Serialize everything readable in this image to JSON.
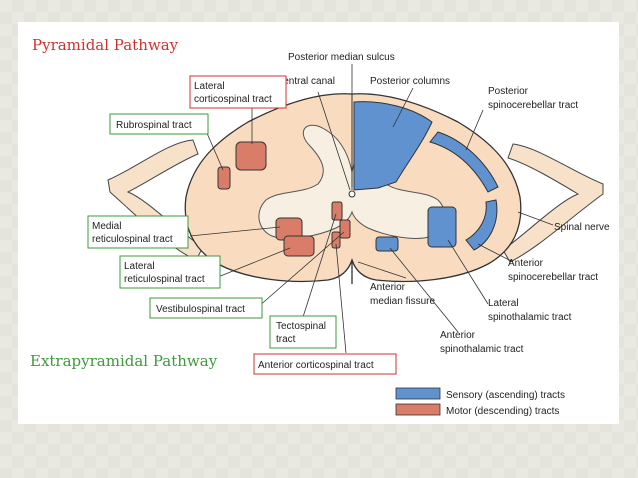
{
  "titles": {
    "pyramidal": "Pyramidal Pathway",
    "extrapyramidal": "Extrapyramidal Pathway"
  },
  "labels": {
    "posterior_median_sulcus": "Posterior median sulcus",
    "central_canal": "Central canal",
    "posterior_columns": "Posterior columns",
    "posterior_spinocerebellar_1": "Posterior",
    "posterior_spinocerebellar_2": "spinocerebellar tract",
    "spinal_nerve": "Spinal nerve",
    "anterior_spinocerebellar_1": "Anterior",
    "anterior_spinocerebellar_2": "spinocerebellar tract",
    "lateral_spinothalamic_1": "Lateral",
    "lateral_spinothalamic_2": "spinothalamic tract",
    "anterior_median_fissure_1": "Anterior",
    "anterior_median_fissure_2": "median fissure",
    "anterior_spinothalamic_1": "Anterior",
    "anterior_spinothalamic_2": "spinothalamic tract"
  },
  "boxed_labels": {
    "lateral_corticospinal_1": "Lateral",
    "lateral_corticospinal_2": "corticospinal tract",
    "rubrospinal": "Rubrospinal tract",
    "medial_reticulospinal_1": "Medial",
    "medial_reticulospinal_2": "reticulospinal tract",
    "lateral_reticulospinal_1": "Lateral",
    "lateral_reticulospinal_2": "reticulospinal tract",
    "vestibulospinal": "Vestibulospinal tract",
    "tectospinal_1": "Tectospinal",
    "tectospinal_2": "tract",
    "anterior_corticospinal": "Anterior corticospinal  tract"
  },
  "legend": {
    "sensory": "Sensory (ascending) tracts",
    "motor": "Motor (descending) tracts"
  },
  "colors": {
    "sensory": "#5f92cf",
    "motor": "#d97c68",
    "pyramidal_box": "#d0312d",
    "extrapyramidal_box": "#3d9a3d"
  }
}
